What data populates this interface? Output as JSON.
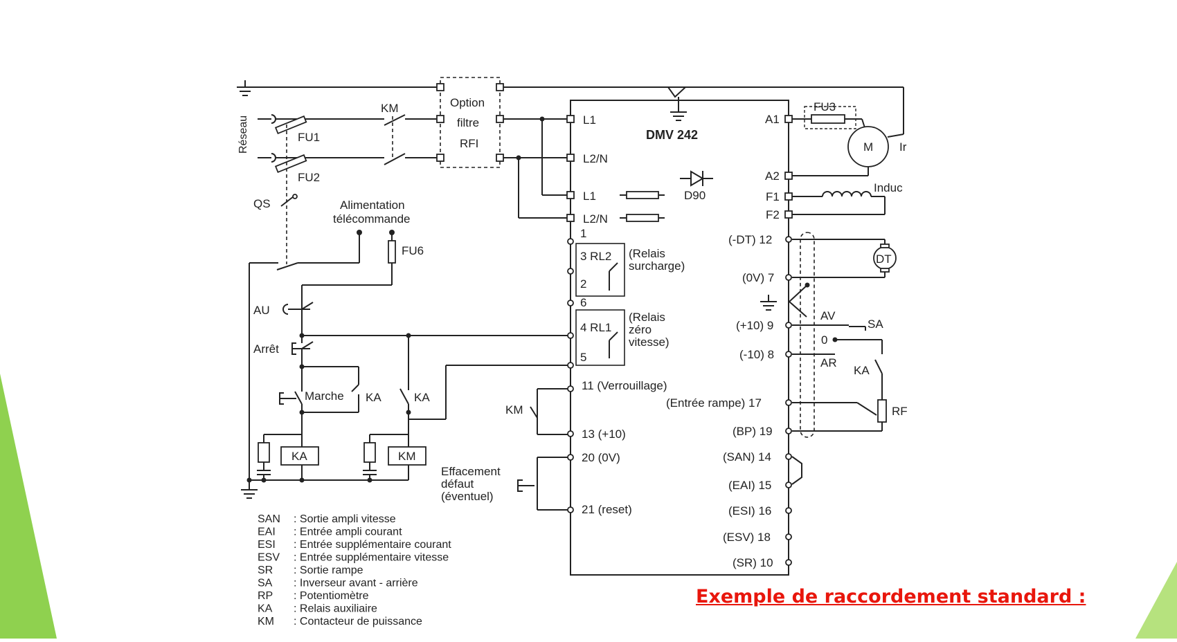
{
  "title": "DMV 242",
  "caption": "Exemple de raccordement standard :",
  "colors": {
    "caption": "#e8160c",
    "accent": "#8fd14f",
    "line": "#222222"
  },
  "network": {
    "reseau": "Réseau",
    "fu1": "FU1",
    "fu2": "FU2",
    "qs": "QS",
    "km": "KM"
  },
  "filter": {
    "line1": "Option",
    "line2": "filtre",
    "line3": "RFI"
  },
  "supply": {
    "line1": "Alimentation",
    "line2": "télécommande",
    "fu6": "FU6"
  },
  "control": {
    "au": "AU",
    "arret": "Arrêt",
    "marche": "Marche",
    "ka": "KA",
    "km": "KM",
    "coil_ka": "KA",
    "coil_km": "KM",
    "effacement1": "Effacement",
    "effacement2": "défaut",
    "effacement3": "(éventuel)"
  },
  "left_terminals": {
    "l1_top": "L1",
    "l2n_top": "L2/N",
    "l1_bot": "L1",
    "l2n_bot": "L2/N",
    "t1": "1",
    "rl2": "3 RL2",
    "t2": "2",
    "t6": "6",
    "rl1": "4 RL1",
    "t5": "5",
    "t11": "11 (Verrouillage)",
    "t13": "13 (+10)",
    "t20": "20 (0V)",
    "t21": "21 (reset)"
  },
  "relays": {
    "rl2_1": "(Relais",
    "rl2_2": "surcharge)",
    "rl1_1": "(Relais",
    "rl1_2": "zéro",
    "rl1_3": "vitesse)"
  },
  "center": {
    "d90": "D90"
  },
  "right_terminals": {
    "a1": "A1",
    "a2": "A2",
    "f1": "F1",
    "f2": "F2",
    "dt12": "(-DT) 12",
    "ov7": "(0V) 7",
    "p10": "(+10) 9",
    "m10": "(-10) 8",
    "ramp17": "(Entrée rampe) 17",
    "bp19": "(BP) 19",
    "san14": "(SAN) 14",
    "eai15": "(EAI) 15",
    "esi16": "(ESI) 16",
    "esv18": "(ESV) 18",
    "sr10": "(SR) 10"
  },
  "right_devices": {
    "fu3": "FU3",
    "motor": "M",
    "ind": "Ir",
    "inductor": "Induc",
    "dt": "DT",
    "av": "AV",
    "sa": "SA",
    "zero": "0",
    "ar": "AR",
    "ka": "KA",
    "rp": "RF"
  },
  "legend": [
    {
      "abbr": "SAN",
      "text": ": Sortie ampli vitesse"
    },
    {
      "abbr": "EAI",
      "text": ": Entrée ampli courant"
    },
    {
      "abbr": "ESI",
      "text": ": Entrée supplémentaire courant"
    },
    {
      "abbr": "ESV",
      "text": ": Entrée supplémentaire vitesse"
    },
    {
      "abbr": "SR",
      "text": ": Sortie rampe"
    },
    {
      "abbr": "SA",
      "text": ": Inverseur avant - arrière"
    },
    {
      "abbr": "RP",
      "text": ": Potentiomètre"
    },
    {
      "abbr": "KA",
      "text": ": Relais auxiliaire"
    },
    {
      "abbr": "KM",
      "text": ": Contacteur de puissance"
    }
  ]
}
